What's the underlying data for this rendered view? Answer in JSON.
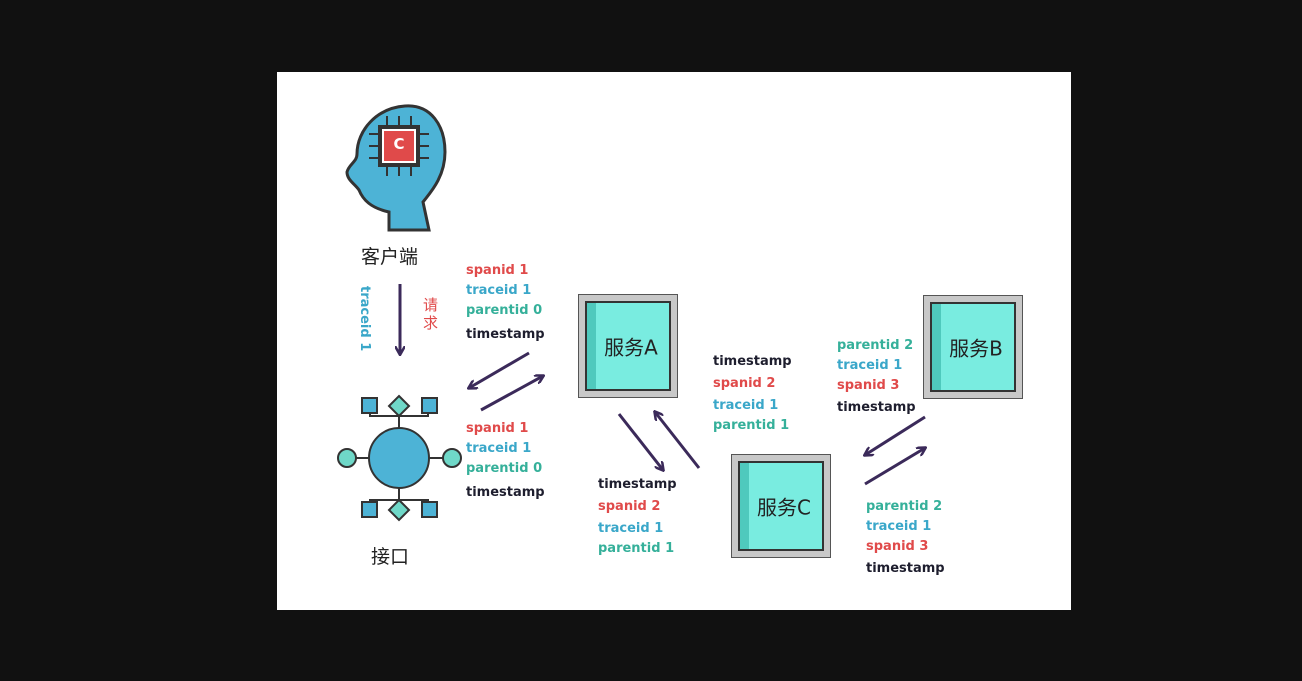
{
  "client": {
    "label": "客户端",
    "chip_letter": "C"
  },
  "gateway": {
    "label": "接口"
  },
  "request": {
    "label": "请求",
    "vertical_tag": "traceid 1"
  },
  "services": {
    "a": "服务A",
    "b": "服务B",
    "c": "服务C"
  },
  "tags": {
    "gateway_to_a": [
      "spanid 1",
      "traceid 1",
      "parentid 0",
      "timestamp"
    ],
    "a_to_gateway": [
      "spanid 1",
      "traceid 1",
      "parentid 0",
      "timestamp"
    ],
    "a_to_c": [
      "timestamp",
      "spanid 2",
      "traceid 1",
      "parentid 1"
    ],
    "c_to_a": [
      "timestamp",
      "spanid 2",
      "traceid 1",
      "parentid 1"
    ],
    "c_to_b": [
      "parentid 2",
      "traceid 1",
      "spanid 3",
      "timestamp"
    ],
    "b_to_c": [
      "parentid 2",
      "traceid 1",
      "spanid 3",
      "timestamp"
    ]
  },
  "colors": {
    "spanid": "#e04a4a",
    "traceid": "#3aa7c9",
    "parentid": "#35b09a",
    "timestamp": "#1e1e2e",
    "arrow": "#3b2a5a",
    "service_fill": "#79ece0"
  }
}
